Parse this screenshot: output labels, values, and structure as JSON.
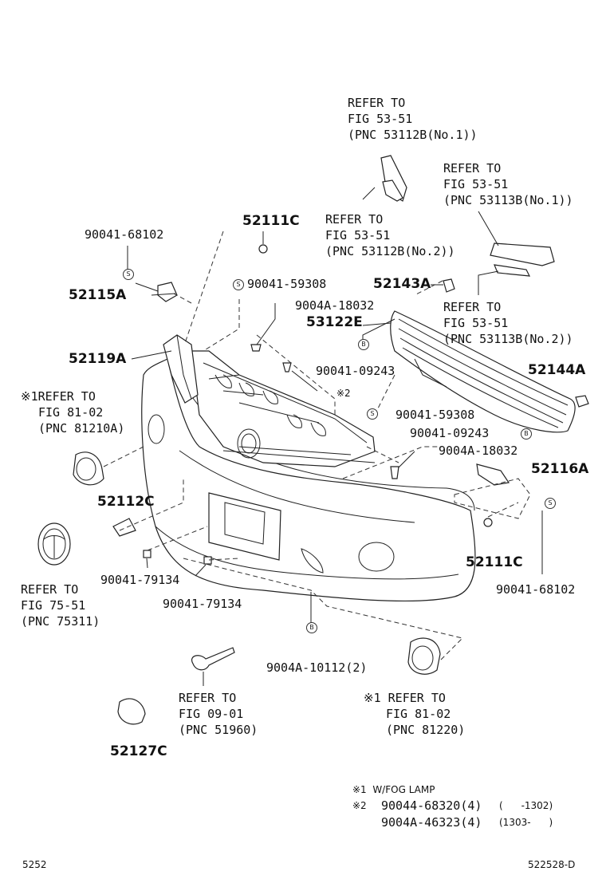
{
  "labels": {
    "refer_top_1": "REFER TO",
    "refer_top_2": "FIG 53-51",
    "refer_top_3": "(PNC 53112B(No.1))",
    "refer_right_1": "REFER TO",
    "refer_right_2": "FIG 53-51",
    "refer_right_3": "(PNC 53113B(No.1))",
    "refer_mid_1": "REFER TO",
    "refer_mid_2": "FIG 53-51",
    "refer_mid_3": "(PNC 53112B(No.2))",
    "refer_r2_1": "REFER TO",
    "refer_r2_2": "FIG 53-51",
    "refer_r2_3": "(PNC 53113B(No.2))",
    "p_90041_68102_a": "90041-68102",
    "p_52111c_a": "52111C",
    "p_52115a": "52115A",
    "p_90041_59308_a": "90041-59308",
    "p_52143a": "52143A",
    "p_9004a_18032_a": "9004A-18032",
    "p_53122e": "53122E",
    "p_52119a": "52119A",
    "p_90041_09243_a": "90041-09243",
    "p_52144a": "52144A",
    "fog_left_1": "※1REFER TO",
    "fog_left_2": "FIG 81-02",
    "fog_left_3": "(PNC 81210A)",
    "note2_mark": "※2",
    "p_90041_59308_b": "90041-59308",
    "p_90041_09243_b": "90041-09243",
    "p_9004a_18032_b": "9004A-18032",
    "p_52116a": "52116A",
    "p_52112c": "52112C",
    "p_52111c_b": "52111C",
    "emblem_1": "REFER TO",
    "emblem_2": "FIG 75-51",
    "emblem_3": "(PNC 75311)",
    "p_90041_79134_a": "90041-79134",
    "p_90041_79134_b": "90041-79134",
    "p_90041_68102_b": "90041-68102",
    "p_9004a_10112": "9004A-10112(2)",
    "tow_1": "REFER TO",
    "tow_2": "FIG 09-01",
    "tow_3": "(PNC 51960)",
    "fog_right_1": "※1 REFER TO",
    "fog_right_2": "FIG 81-02",
    "fog_right_3": "(PNC 81220)",
    "p_52127c": "52127C",
    "note1": "※1  W/FOG LAMP",
    "note2_a_mark": "※2",
    "note2_a_part": "90044-68320(4)",
    "note2_a_range": "(      -1302)",
    "note2_b_part": "9004A-46323(4)",
    "note2_b_range": "(1303-      )",
    "footer_left": "5252",
    "footer_right": "522528-D"
  },
  "markers": {
    "s": "S",
    "b": "B"
  }
}
